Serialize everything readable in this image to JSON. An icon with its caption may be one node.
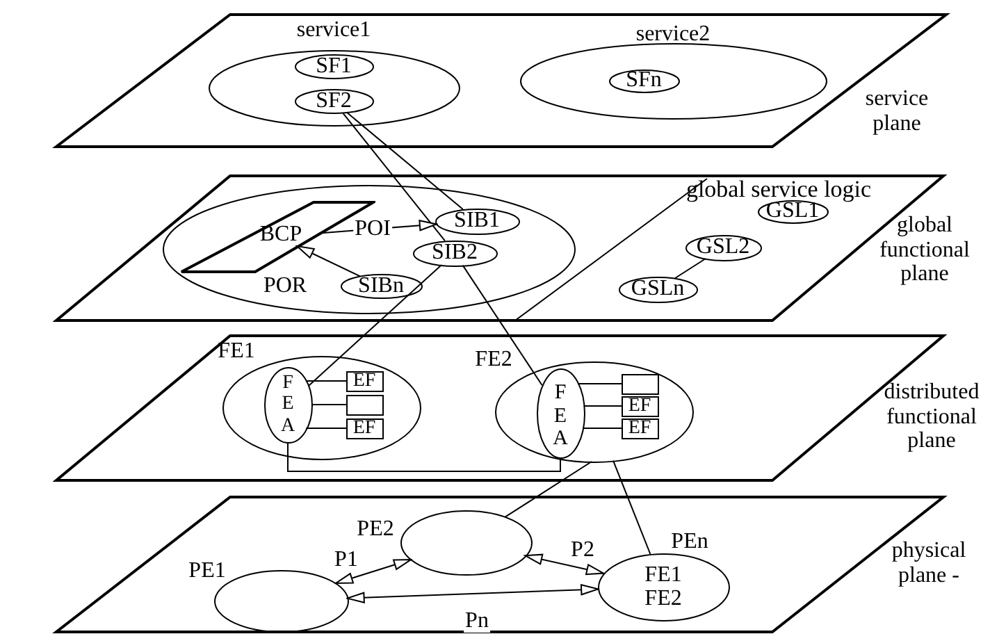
{
  "diagram": {
    "nodes": [
      {
        "text": [
          "service plane"
        ]
      },
      {
        "text": [
          "service1"
        ],
        "in": 0
      },
      {
        "text": [
          "SF1"
        ],
        "in": 1
      },
      {
        "text": [
          "SF2"
        ],
        "in": 1
      },
      {
        "text": [
          "service2"
        ],
        "in": 0
      },
      {
        "text": [
          "SFn"
        ],
        "in": 4
      },
      {
        "text": [
          "global functional plane"
        ]
      },
      {
        "text": [],
        "shape": "ellipse",
        "in": 6
      },
      {
        "text": [
          "BCP"
        ],
        "in": 7
      },
      {
        "text": [
          "SIB1"
        ],
        "in": 7
      },
      {
        "text": [
          "SIB2"
        ],
        "in": 7
      },
      {
        "text": [
          "SIBn"
        ],
        "in": 7
      },
      {
        "text": [
          "global service logic"
        ],
        "in": 6
      },
      {
        "text": [
          "GSL1"
        ],
        "in": 12
      },
      {
        "text": [
          "GSL2"
        ],
        "in": 12
      },
      {
        "text": [
          "GSLn"
        ],
        "in": 12
      },
      {
        "text": [
          "distributed functional plane"
        ]
      },
      {
        "text": [
          "FE1"
        ],
        "in": 16
      },
      {
        "text": [
          "F E A"
        ],
        "in": 17
      },
      {
        "text": [
          "EF"
        ],
        "in": 17
      },
      {
        "text": [],
        "shape": "box",
        "in": 17
      },
      {
        "text": [
          "EF"
        ],
        "in": 17
      },
      {
        "text": [
          "FE2"
        ],
        "in": 16
      },
      {
        "text": [
          "F E A"
        ],
        "in": 22
      },
      {
        "text": [],
        "shape": "box",
        "in": 22
      },
      {
        "text": [
          "EF"
        ],
        "in": 22
      },
      {
        "text": [
          "EF"
        ],
        "in": 22
      },
      {
        "text": [
          "physical plane -"
        ]
      },
      {
        "text": [
          "PE2"
        ],
        "in": 27
      },
      {
        "text": [
          "PE1"
        ],
        "in": 27
      },
      {
        "text": [
          "PEn",
          "FE1",
          "FE2"
        ],
        "in": 27
      }
    ],
    "edges": [
      {
        "from": 3,
        "to": 9,
        "arrow": "none"
      },
      {
        "from": 3,
        "to": 10,
        "arrow": "none"
      },
      {
        "from": 8,
        "to": 9,
        "arrow": "to",
        "label": "POI"
      },
      {
        "from": 11,
        "to": 8,
        "arrow": "to",
        "label": "POR"
      },
      {
        "from": 14,
        "to": 15,
        "arrow": "none"
      },
      {
        "from": 10,
        "to": 18,
        "arrow": "none"
      },
      {
        "from": 10,
        "to": 23,
        "arrow": "none"
      },
      {
        "from": 18,
        "to": 19,
        "arrow": "none"
      },
      {
        "from": 18,
        "to": 20,
        "arrow": "none"
      },
      {
        "from": 18,
        "to": 21,
        "arrow": "none"
      },
      {
        "from": 23,
        "to": 24,
        "arrow": "none"
      },
      {
        "from": 23,
        "to": 25,
        "arrow": "none"
      },
      {
        "from": 23,
        "to": 26,
        "arrow": "none"
      },
      {
        "from": 18,
        "to": 23,
        "arrow": "none"
      },
      {
        "from": 22,
        "to": 28,
        "arrow": "none"
      },
      {
        "from": 22,
        "to": 30,
        "arrow": "none"
      },
      {
        "from": 29,
        "to": 28,
        "arrow": "both",
        "label": "P1"
      },
      {
        "from": 28,
        "to": 30,
        "arrow": "both",
        "label": "P2"
      },
      {
        "from": 29,
        "to": 30,
        "arrow": "both",
        "label": "Pn"
      }
    ]
  }
}
